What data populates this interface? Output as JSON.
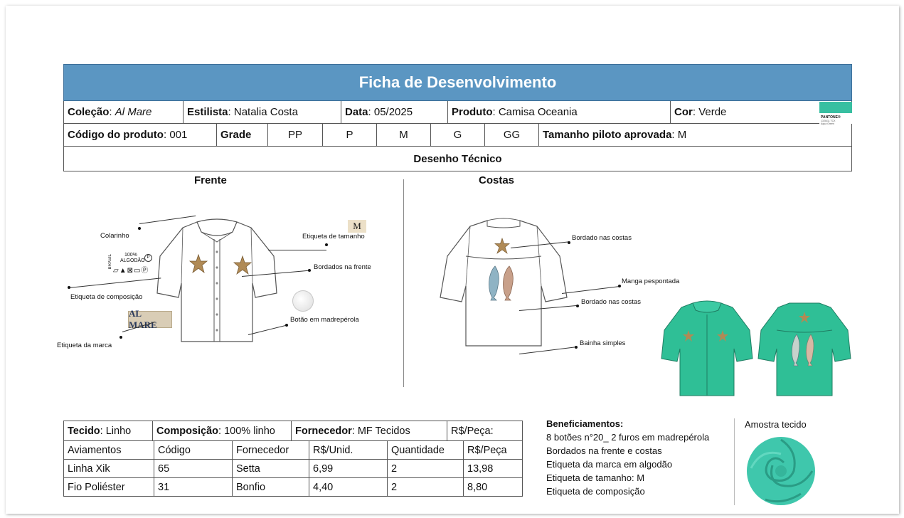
{
  "header": {
    "title": "Ficha de Desenvolvimento"
  },
  "info_row1": {
    "colecao_label": "Coleção",
    "colecao_value": "Al Mare",
    "estilista_label": "Estilista",
    "estilista_value": "Natalia Costa",
    "data_label": "Data",
    "data_value": "05/2025",
    "produto_label": "Produto",
    "produto_value": "Camisa Oceania",
    "cor_label": "Cor",
    "cor_value": "Verde",
    "pantone_label": "PANTONE®",
    "pantone_sub1": "13-5411 TCX",
    "pantone_sub2": "Aqua Green",
    "swatch_color": "#38bfa1"
  },
  "info_row2": {
    "codigo_label": "Código do produto",
    "codigo_value": "001",
    "grade_label": "Grade",
    "sizes": [
      "PP",
      "P",
      "M",
      "G",
      "GG"
    ],
    "piloto_label": "Tamanho piloto aprovada",
    "piloto_value": "M"
  },
  "desenho": {
    "title": "Desenho Técnico"
  },
  "frente": {
    "title": "Frente",
    "callouts": {
      "colarinho": "Colarinho",
      "etiqueta_tamanho": "Etiqueta de tamanho",
      "bordados_frente": "Bordados na frente",
      "etiqueta_composicao": "Etiqueta de composição",
      "botao": "Botão  em madrepérola",
      "etiqueta_marca": "Etiqueta da marca"
    },
    "size_tag_text": "M",
    "brand_label_text": "AL MARE",
    "composition_tag": {
      "percent": "100%",
      "material": "ALGODÃO",
      "country": "BRASIL"
    }
  },
  "costas": {
    "title": "Costas",
    "callouts": {
      "bordado_costas_1": "Bordado nas costas",
      "manga": "Manga pespontada",
      "bordado_costas_2": "Bordado nas costas",
      "bainha": "Bainha simples"
    }
  },
  "colors": {
    "banner": "#5b96c2",
    "shirt_green": "#2fbf96",
    "starfish": "#b08a55"
  },
  "materials_table": {
    "tecido_label": "Tecido",
    "tecido_value": "Linho",
    "composicao_label": "Composição",
    "composicao_value": "100% linho",
    "fornecedor_label": "Fornecedor",
    "fornecedor_value": "MF Tecidos",
    "preco_peca_label": "R$/Peça:",
    "headers": [
      "Aviamentos",
      "Código",
      "Fornecedor",
      "R$/Unid.",
      "Quantidade",
      "R$/Peça"
    ],
    "rows": [
      [
        "Linha Xik",
        "65",
        "Setta",
        "6,99",
        "2",
        "13,98"
      ],
      [
        "Fio Poliéster",
        "31",
        "Bonfio",
        "4,40",
        "2",
        "8,80"
      ]
    ]
  },
  "beneficiamentos": {
    "title": "Beneficiamentos:",
    "items": [
      "8 botões n°20_ 2 furos  em madrepérola",
      "Bordados na frente e costas",
      "Etiqueta da marca em algodão",
      "Etiqueta de tamanho: M",
      "Etiqueta de composição"
    ]
  },
  "amostra": {
    "title": "Amostra tecido"
  }
}
